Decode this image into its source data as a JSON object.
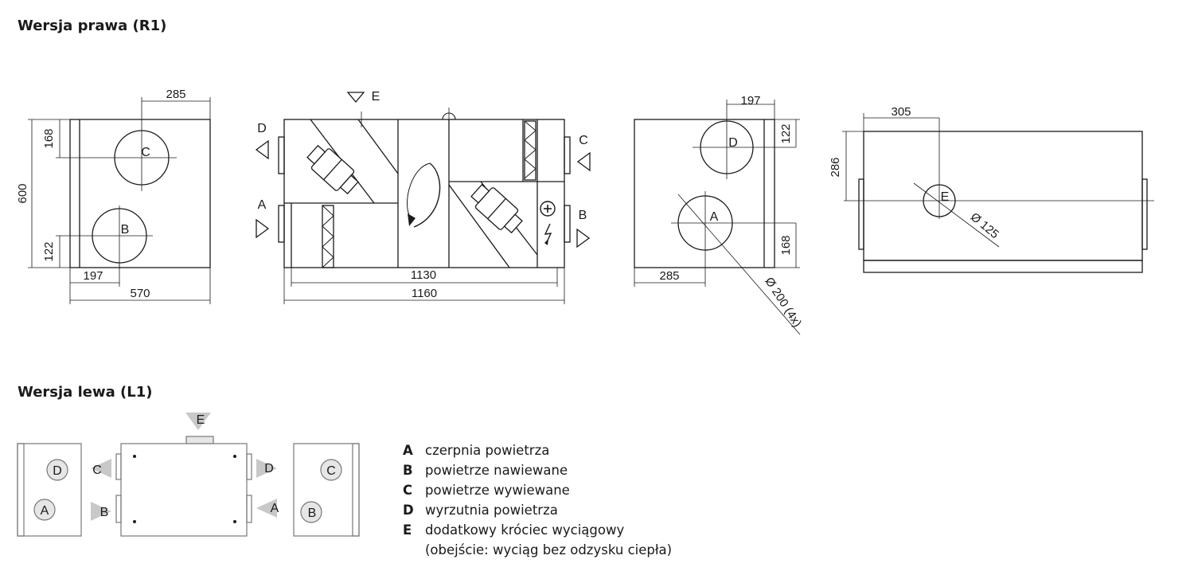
{
  "headings": {
    "right_version": "Wersja prawa (R1)",
    "left_version": "Wersja lewa (L1)"
  },
  "port_labels": {
    "A": "A",
    "B": "B",
    "C": "C",
    "D": "D",
    "E": "E"
  },
  "dimensions": {
    "d285_top": "285",
    "d168_left": "168",
    "d600": "600",
    "d122_left": "122",
    "d197_bottom": "197",
    "d570": "570",
    "d1130": "1130",
    "d1160": "1160",
    "d197_top": "197",
    "d122_right": "122",
    "d168_right": "168",
    "d285_bottom": "285",
    "d200": "Ø 200 (4x)",
    "d305": "305",
    "d286": "286",
    "d125": "Ø 125"
  },
  "legend": {
    "items": [
      {
        "key": "A",
        "text": "czerpnia powietrza"
      },
      {
        "key": "B",
        "text": "powietrze nawiewane"
      },
      {
        "key": "C",
        "text": "powietrze wywiewane"
      },
      {
        "key": "D",
        "text": "wyrzutnia powietrza"
      },
      {
        "key": "E",
        "text": "dodatkowy króciec wyciągowy"
      }
    ],
    "note": "(obejście: wyciąg bez odzysku ciepła)"
  },
  "colors": {
    "line": "#1a1a1a",
    "face": "#ffffff",
    "grey_fill": "#e6e6e6",
    "grey_line": "#777777",
    "arrow_grey": "#c8c8c8"
  }
}
